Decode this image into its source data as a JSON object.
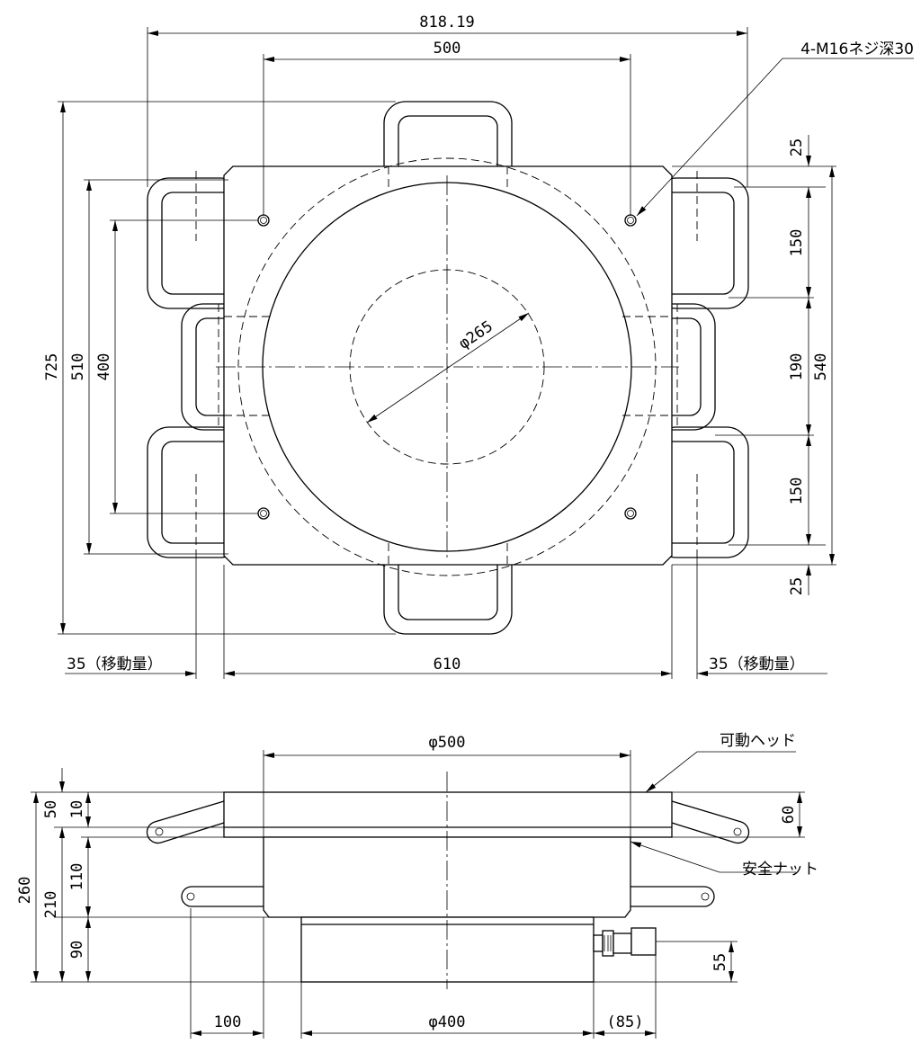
{
  "top_view": {
    "dim_overall_width": "818.19",
    "dim_hole_pitch_x": "500",
    "dim_body_width": "610",
    "dim_travel_left": "35（移動量）",
    "dim_travel_right": "35（移動量）",
    "dim_overall_height": "725",
    "dim_510": "510",
    "dim_hole_pitch_y": "400",
    "dim_top_gap": "25",
    "dim_handle_upper": "150",
    "dim_handle_middle": "190",
    "dim_540": "540",
    "dim_handle_lower": "150",
    "dim_bottom_gap": "25",
    "dim_inner_diameter": "φ265",
    "callout_threads": "4-M16ネジ深30"
  },
  "side_view": {
    "dim_head_diameter": "φ500",
    "dim_body_diameter": "φ400",
    "dim_handle_reach": "100",
    "dim_coupler": "(85)",
    "dim_total_height": "260",
    "dim_210": "210",
    "dim_50": "50",
    "dim_10": "10",
    "dim_110": "110",
    "dim_90": "90",
    "dim_60": "60",
    "dim_55": "55",
    "callout_moving_head": "可動ヘッド",
    "callout_safety_nut": "安全ナット"
  }
}
